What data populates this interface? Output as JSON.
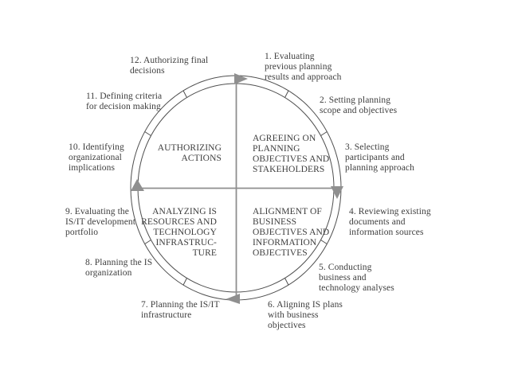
{
  "diagram": {
    "type": "cycle-diagram",
    "direction": "clockwise",
    "colors": {
      "background": "#ffffff",
      "ring_stroke": "#4f4f4f",
      "axis_and_arrows": "#8f8f8f",
      "text": "#3d3d3d"
    },
    "quadrants": [
      {
        "id": "authorizing-actions",
        "label": "AUTHORIZING\nACTIONS"
      },
      {
        "id": "agreeing-on-planning",
        "label": "AGREEING ON\nPLANNING\nOBJECTIVES AND\nSTAKEHOLDERS"
      },
      {
        "id": "analyzing-is-resources",
        "label": "ANALYZING IS\nRESOURCES AND\nTECHNOLOGY\nINFRASTRUC-\nTURE"
      },
      {
        "id": "alignment-of-business",
        "label": "ALIGNMENT OF\nBUSINESS\nOBJECTIVES AND\nINFORMATION\nOBJECTIVES"
      }
    ],
    "steps": [
      {
        "num": 1,
        "text": "1. Evaluating\nprevious planning\nresults and approach"
      },
      {
        "num": 2,
        "text": "2. Setting planning\nscope and objectives"
      },
      {
        "num": 3,
        "text": "3. Selecting\nparticipants and\nplanning approach"
      },
      {
        "num": 4,
        "text": "4. Reviewing existing\ndocuments and\ninformation sources"
      },
      {
        "num": 5,
        "text": "5. Conducting\nbusiness and\ntechnology analyses"
      },
      {
        "num": 6,
        "text": "6. Aligning IS plans\nwith business\nobjectives"
      },
      {
        "num": 7,
        "text": "7. Planning the IS/IT\ninfrastructure"
      },
      {
        "num": 8,
        "text": "8. Planning the IS\norganization"
      },
      {
        "num": 9,
        "text": "9. Evaluating the\nIS/IT development\nportfolio"
      },
      {
        "num": 10,
        "text": "10. Identifying\norganizational\nimplications"
      },
      {
        "num": 11,
        "text": "11. Defining criteria\nfor decision making"
      },
      {
        "num": 12,
        "text": "12. Authorizing final\ndecisions"
      }
    ]
  }
}
